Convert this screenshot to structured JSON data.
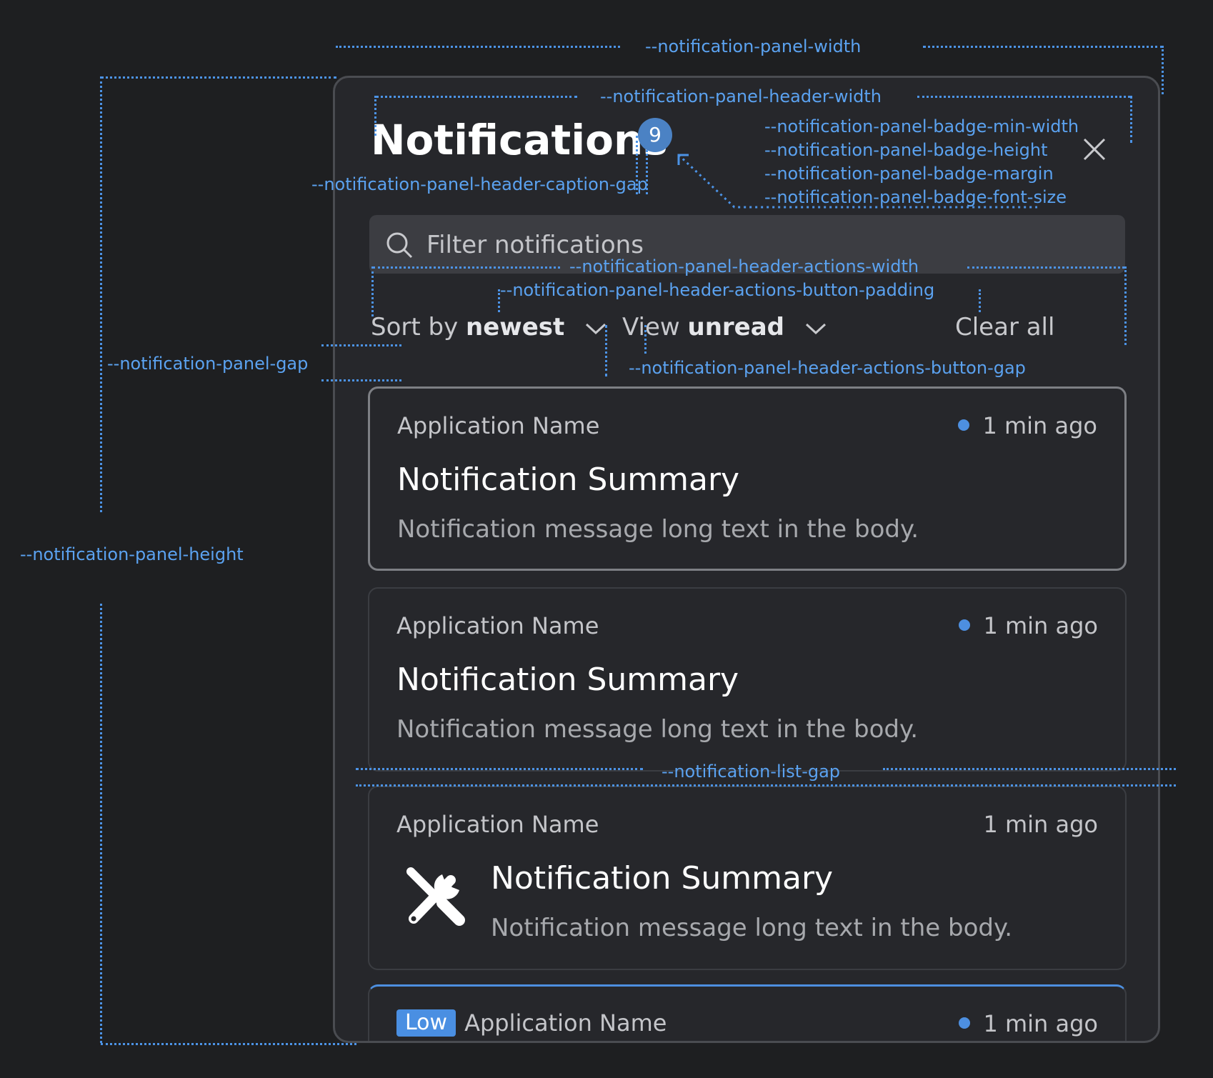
{
  "panel": {
    "title": "Notifications",
    "badge": "9",
    "search_placeholder": "Filter notifications",
    "actions": {
      "sort_prefix": "Sort by",
      "sort_value": "newest",
      "view_prefix": "View",
      "view_value": "unread",
      "clear_all": "Clear all"
    },
    "notifications": [
      {
        "app": "Application Name",
        "time": "1 min ago",
        "unread": true,
        "summary": "Notification Summary",
        "body": "Notification message long text in the body.",
        "icon": "tools-icon"
      },
      {
        "app": "Application Name",
        "time": "1 min ago",
        "unread": true,
        "summary": "Notification Summary",
        "body": "Notification message long text in the body."
      },
      {
        "app": "Application Name",
        "time": "1 min ago",
        "unread": false,
        "summary": "Notification Summary",
        "body": "Notification message long text in the body."
      },
      {
        "tag": "Low",
        "app": "Application Name",
        "time": "1 min ago",
        "unread": true
      }
    ]
  },
  "annotations": {
    "panel_width": "--notification-panel-width",
    "panel_height": "--notification-panel-height",
    "panel_gap": "--notification-panel-gap",
    "header_width": "--notification-panel-header-width",
    "badge_min_width": "--notification-panel-badge-min-width",
    "badge_height": "--notification-panel-badge-height",
    "badge_margin": "--notification-panel-badge-margin",
    "badge_font_size": "--notification-panel-badge-font-size",
    "header_caption_gap": "--notification-panel-header-caption-gap",
    "header_actions_width": "--notification-panel-header-actions-width",
    "header_actions_button_padding": "--notification-panel-header-actions-button-padding",
    "header_actions_button_gap": "--notification-panel-header-actions-button-gap",
    "list_gap": "--notification-list-gap"
  },
  "colors": {
    "background": "#1e1f21",
    "panel": "#26272b",
    "accent": "#4d8fe0",
    "annotation": "#5ba2f0"
  }
}
